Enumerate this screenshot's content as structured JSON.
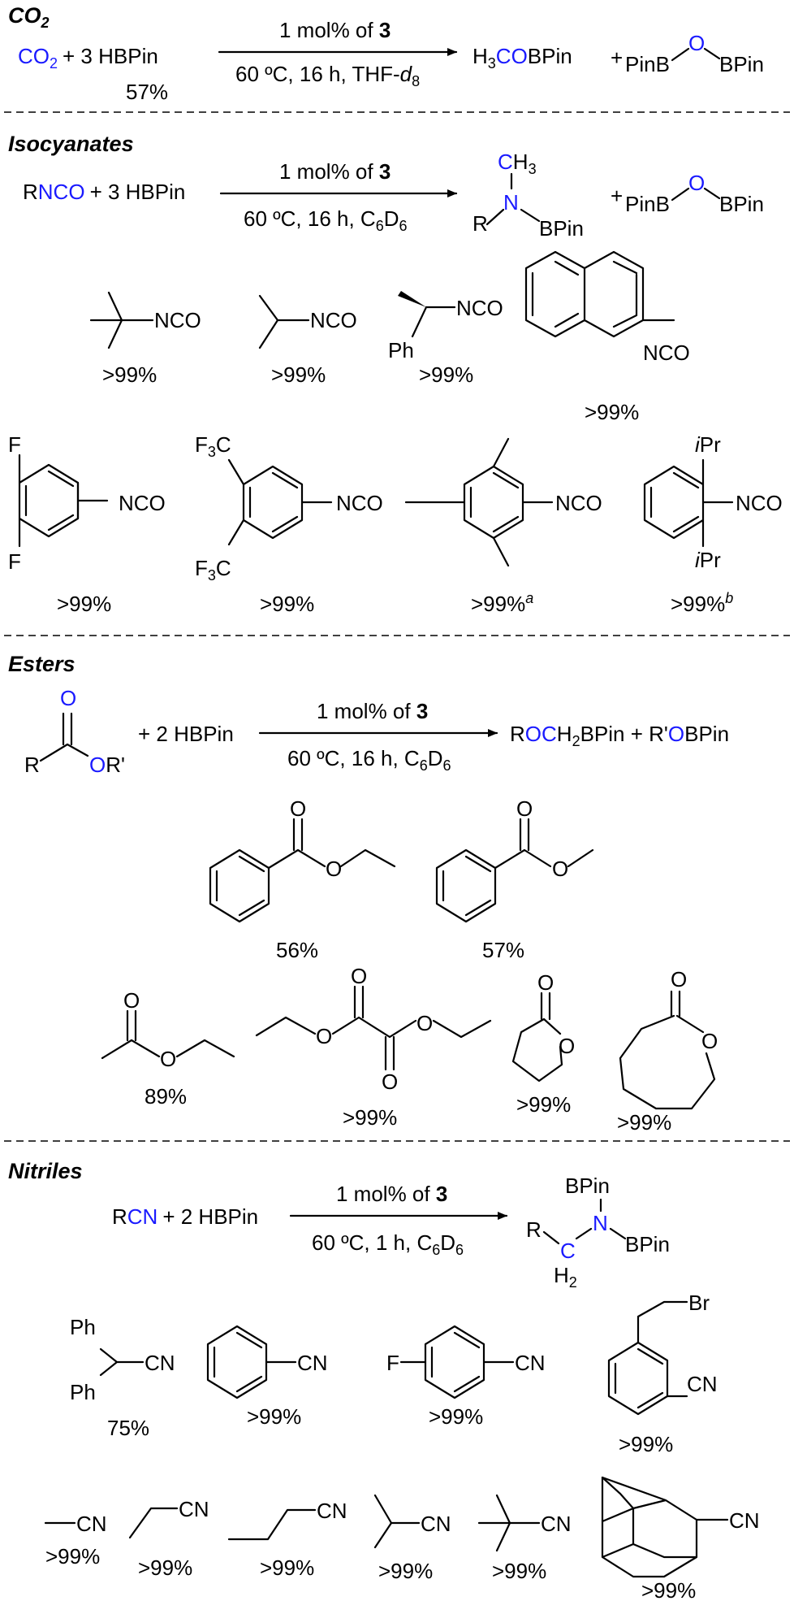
{
  "colors": {
    "highlight": "#1a1aff",
    "ink": "#000000"
  },
  "sections": {
    "co2": {
      "title": "CO",
      "title_sub": "2",
      "reaction": {
        "reactant1": "CO",
        "reactant1_sub": "2",
        "reactant2": "+ 3 HBPin",
        "yield": "57%",
        "cond_top": "1 mol% of ",
        "cond_top_bold": "3",
        "cond_bottom_a": "60 ºC, 16 h, THF-",
        "cond_bottom_d": "d",
        "cond_bottom_sub": "8",
        "product1_a": "H",
        "product1_sub": "3",
        "product1_b": "CO",
        "product1_c": "BPin",
        "plus": "+",
        "product2_a": "PinB",
        "product2_o": "O",
        "product2_b": "BPin"
      }
    },
    "isocyanates": {
      "title": "Isocyanates",
      "reaction": {
        "reactant_r": "R",
        "reactant_nco": "NCO",
        "reactant2": "+ 3 HBPin",
        "cond_top": "1 mol% of ",
        "cond_top_bold": "3",
        "cond_bottom_a": "60 ºC, 16 h, C",
        "cond_bottom_s1": "6",
        "cond_bottom_b": "D",
        "cond_bottom_s2": "6",
        "prod_c": "C",
        "prod_h": "H",
        "prod_h_sub": "3",
        "prod_n": "N",
        "prod_r": "R",
        "prod_bpin": "BPin",
        "plus": "+",
        "product2_a": "PinB",
        "product2_o": "O",
        "product2_b": "BPin"
      },
      "substrates": [
        {
          "label": "NCO",
          "yield": ">99%"
        },
        {
          "label": "NCO",
          "yield": ">99%"
        },
        {
          "label": "NCO",
          "ph": "Ph",
          "yield": ">99%"
        },
        {
          "label": "NCO",
          "yield": ">99%"
        },
        {
          "label": "NCO",
          "f1": "F",
          "f2": "F",
          "yield": ">99%"
        },
        {
          "label": "NCO",
          "cf3a": "F",
          "cf3a_sub": "3",
          "cf3a_c": "C",
          "yield": ">99%"
        },
        {
          "label": "NCO",
          "yield": ">99%",
          "note": "a"
        },
        {
          "label": "NCO",
          "ipr_i": "i",
          "ipr_pr": "Pr",
          "yield": ">99%",
          "note": "b"
        }
      ]
    },
    "esters": {
      "title": "Esters",
      "reaction": {
        "o_top": "O",
        "r": "R",
        "o_r": "O",
        "r_prime": "R'",
        "reactant2": "+ 2 HBPin",
        "cond_top": "1 mol% of ",
        "cond_top_bold": "3",
        "cond_bottom_a": "60 ºC, 16 h, C",
        "cond_bottom_s1": "6",
        "cond_bottom_b": "D",
        "cond_bottom_s2": "6",
        "p1_r": "R",
        "p1_oc": "OC",
        "p1_h": "H",
        "p1_sub": "2",
        "p1_bpin": "BPin",
        "p_plus": " + R'",
        "p2_o": "O",
        "p2_bpin": "BPin"
      },
      "substrates": [
        {
          "o": "O",
          "yield": "56%"
        },
        {
          "o": "O",
          "yield": "57%"
        },
        {
          "o": "O",
          "yield": "89%"
        },
        {
          "o": "O",
          "yield": ">99%"
        },
        {
          "o": "O",
          "yield": ">99%"
        },
        {
          "o": "O",
          "yield": ">99%"
        }
      ]
    },
    "nitriles": {
      "title": "Nitriles",
      "reaction": {
        "r": "R",
        "cn": "CN",
        "reactant2": "+ 2 HBPin",
        "cond_top": "1 mol% of ",
        "cond_top_bold": "3",
        "cond_bottom_a": "60 ºC, 1 h, C",
        "cond_bottom_s1": "6",
        "cond_bottom_b": "D",
        "cond_bottom_s2": "6",
        "bpin": "BPin",
        "n": "N",
        "c": "C",
        "h": "H",
        "h_sub": "2"
      },
      "substrates": [
        {
          "label": "CN",
          "ph": "Ph",
          "yield": "75%"
        },
        {
          "label": "CN",
          "yield": ">99%"
        },
        {
          "label": "CN",
          "f": "F",
          "yield": ">99%"
        },
        {
          "label": "CN",
          "br": "Br",
          "yield": ">99%"
        },
        {
          "label": "CN",
          "yield": ">99%"
        },
        {
          "label": "CN",
          "yield": ">99%"
        },
        {
          "label": "CN",
          "yield": ">99%"
        },
        {
          "label": "CN",
          "yield": ">99%"
        },
        {
          "label": "CN",
          "yield": ">99%"
        },
        {
          "label": "CN",
          "yield": ">99%"
        }
      ]
    }
  }
}
